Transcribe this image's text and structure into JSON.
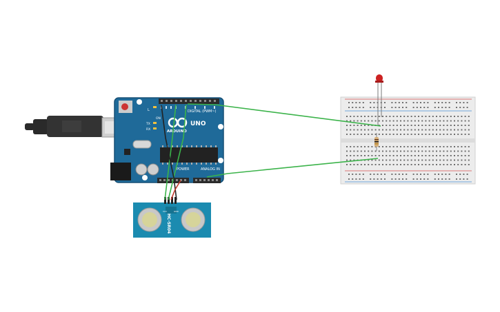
{
  "colors": {
    "board": "#1f6a99",
    "board_dark": "#164f75",
    "header": "#2b2b2b",
    "wire_green": "#3bb34a",
    "wire_black": "#222222",
    "wire_red": "#c0392b",
    "sensor": "#1b8bb0",
    "breadboard": "#ececec",
    "rail_red": "#d9534f",
    "rail_blue": "#4a90d9",
    "led": "#cc2222",
    "usb": "#2a2a2a"
  },
  "arduino": {
    "logo_text": "ARDUINO",
    "model": "UNO",
    "digital_label": "DIGITAL (PWM~)",
    "power_label": "POWER",
    "analog_label": "ANALOG IN",
    "tx_label": "TX",
    "rx_label": "RX",
    "on_label": "ON",
    "l_label": "L"
  },
  "sensor": {
    "label": "HC-SR04",
    "pins": [
      "VCC",
      "Trig",
      "Echo",
      "GND"
    ]
  },
  "icons": {
    "usb_plug": "usb-cable-icon",
    "led": "led-icon",
    "resistor": "resistor-icon"
  }
}
